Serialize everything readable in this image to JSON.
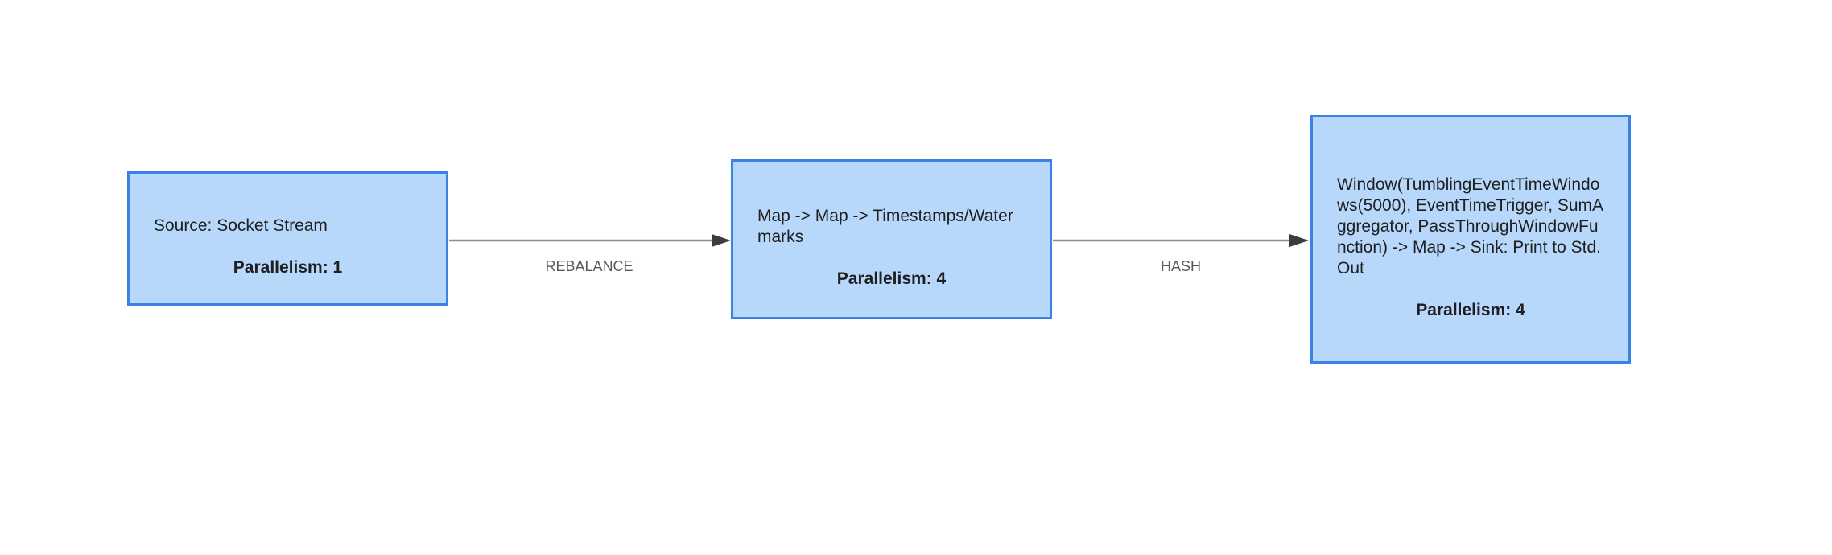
{
  "diagram": {
    "type": "dataflow-job-graph",
    "colors": {
      "background": "#ffffff",
      "node_fill": "#b7d8fb",
      "node_border": "#3b82e6",
      "node_text": "#1f1f1f",
      "edge_line": "#8d8d8d",
      "edge_arrowhead": "#3d3d3d",
      "edge_label": "#595959"
    },
    "nodes": [
      {
        "name": "Source: Socket Stream",
        "parallelism": "Parallelism: 1"
      },
      {
        "name": "Map -> Map -> Timestamps/Watermarks",
        "parallelism": "Parallelism: 4"
      },
      {
        "name": "Window(TumblingEventTimeWindows(5000), EventTimeTrigger, SumAggregator, PassThroughWindowFunction) -> Map -> Sink: Print to Std. Out",
        "parallelism": "Parallelism: 4"
      }
    ],
    "edges": [
      {
        "from": "Source: Socket Stream",
        "to": "Map -> Map -> Timestamps/Watermarks",
        "label": "REBALANCE"
      },
      {
        "from": "Map -> Map -> Timestamps/Watermarks",
        "to": "Window(...) -> Map -> Sink: Print to Std. Out",
        "label": "HASH"
      }
    ]
  }
}
